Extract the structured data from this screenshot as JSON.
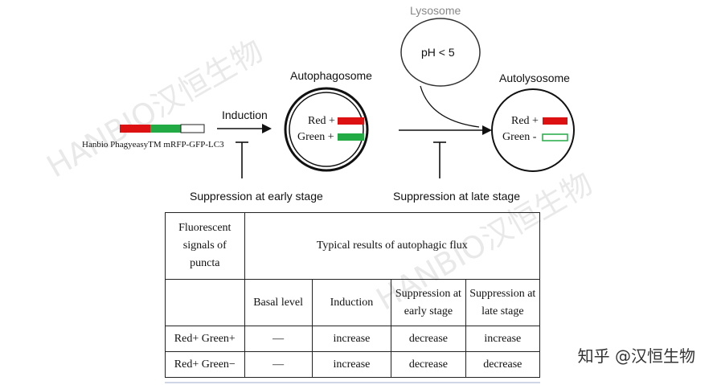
{
  "diagram": {
    "construct_label": "Hanbio PhagyeasyTM mRFP-GFP-LC3",
    "induction_label": "Induction",
    "autophagosome_title": "Autophagosome",
    "autophagosome_red": "Red +",
    "autophagosome_green": "Green +",
    "lysosome_title": "Lysosome",
    "lysosome_ph": "pH < 5",
    "autolysosome_title": "Autolysosome",
    "autolysosome_red": "Red +",
    "autolysosome_green": "Green -",
    "suppression_early": "Suppression at early stage",
    "suppression_late": "Suppression at late stage",
    "colors": {
      "red": "#dd1111",
      "green": "#22aa44",
      "outline": "#222222"
    }
  },
  "table": {
    "header_left": "Fluorescent signals of puncta",
    "header_span": "Typical results of autophagic flux",
    "columns": [
      "Basal level",
      "Induction",
      "Suppression at early stage",
      "Suppression at late stage"
    ],
    "rows": [
      {
        "label": "Red+ Green+",
        "values": [
          "—",
          "increase",
          "decrease",
          "increase"
        ]
      },
      {
        "label": "Red+ Green−",
        "values": [
          "—",
          "increase",
          "decrease",
          "decrease"
        ]
      }
    ]
  },
  "watermarks": {
    "brand_text": "HANBIO汉恒生物",
    "corner_text": "知乎 @汉恒生物"
  }
}
